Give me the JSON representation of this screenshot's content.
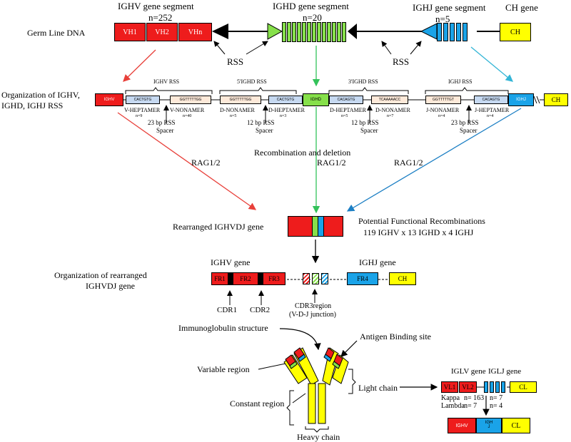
{
  "germline": {
    "label": "Germ Line DNA",
    "ighv_title": "IGHV gene segment",
    "ighv_n": "n=252",
    "ighv_boxes": [
      "VH1",
      "VH2",
      "VHn"
    ],
    "ighd_title": "IGHD gene segment",
    "ighd_n": "n=20",
    "ighj_title": "IGHJ gene segment",
    "ighj_n": "n=5",
    "ch_title": "CH gene",
    "ch_box": "CH",
    "rss1": "RSS",
    "rss2": "RSS"
  },
  "organization": {
    "label_line1": "Organization of IGHV,",
    "label_line2": "IGHD, IGHJ RSS",
    "ighv_box": "IGHV",
    "ighv_rss": "IGHV RSS",
    "d5_rss": "5'IGHD  RSS",
    "d3_rss": "3'IGHD  RSS",
    "j_rss": "IGHJ RSS",
    "ighd_box": "IGHD",
    "ighj_box": "IGHJ",
    "ch_box": "CH",
    "seq_cactgtg": "CACTGTG",
    "seq_ggtttttgg": "GGTTTTTGG",
    "seq_cacagtg": "CACAGTG",
    "seq_tcaaaaacc": "TCAAAAACC",
    "seq_ggtttttgt": "GGTTTTTGT",
    "v_hept": "V-HEPTAMER",
    "v_hept_n": "n=9",
    "v_non": "V-NONAMER",
    "v_non_n": "n=40",
    "d_non": "D-NONAMER",
    "d_non_n": "n=5",
    "d_hept": "D-HEPTAMER",
    "d_hept_n": "n=3",
    "d_hept2": "D-HEPTAMER",
    "d_hept2_n": "n=5",
    "d_non2": "D-NONAMER",
    "d_non2_n": "n=7",
    "j_non": "J-NONAMER",
    "j_non_n": "n=4",
    "j_hept": "J-HEPTAMER",
    "j_hept_n": "n=4",
    "sp23a": "23 bp RSS",
    "sp12a": "12 bp RSS",
    "sp12b": "12 bp RSS",
    "sp23b": "23 bp RSS",
    "spacer": "Spacer"
  },
  "recomb": {
    "rag_left": "RAG1/2",
    "rag_mid": "RAG1/2",
    "rag_right": "RAG1/2",
    "recomb_text": "Recombination  and deletion"
  },
  "rearranged": {
    "label": "Rearranged IGHVDJ gene",
    "potential_line1": "Potential Functional Recombinations",
    "potential_line2": "119 IGHV x 13 IGHD x 4 IGHJ"
  },
  "org_rearranged": {
    "label_line1": "Organization of rearranged",
    "label_line2": "IGHVDJ gene",
    "ighv_gene": "IGHV gene",
    "ighj_gene": "IGHJ gene",
    "fr1": "FR1",
    "fr2": "FR2",
    "fr3": "FR3",
    "fr4": "FR4",
    "ch": "CH",
    "cdr1": "CDR1",
    "cdr2": "CDR2",
    "cdr3_line1": "CDR3region",
    "cdr3_line2": "(V-D-J junction)"
  },
  "antibody": {
    "ig_structure": "Immunoglobulin structure",
    "antigen_site": "Antigen Binding site",
    "variable_region": "Variable region",
    "light_chain": "Light chain",
    "constant_region": "Constant region",
    "heavy_chain": "Heavy chain"
  },
  "light": {
    "iglv_gene": "IGLV gene",
    "iglj_gene": "IGLJ gene",
    "vl1": "VL1",
    "vl2": "VL2",
    "cl": "CL",
    "kappa": "Kappa",
    "lambda": "Lambda",
    "kappa_n": "n= 163",
    "lambda_n": "n= 7",
    "j_kappa_n": "n= 7",
    "j_lambda_n": "n= 4",
    "final_ighv": "IGHV",
    "final_igh": "IGH",
    "final_j": "J",
    "final_cl": "CL"
  },
  "colors": {
    "red": "#ee1c1c",
    "green": "#86e04a",
    "blue": "#1aa3e8",
    "yellow": "#ffff00",
    "arrow_red": "#e8403a",
    "arrow_green": "#33c25a",
    "arrow_cyan": "#33b5d6",
    "arrow_blue": "#1c7fc4"
  }
}
